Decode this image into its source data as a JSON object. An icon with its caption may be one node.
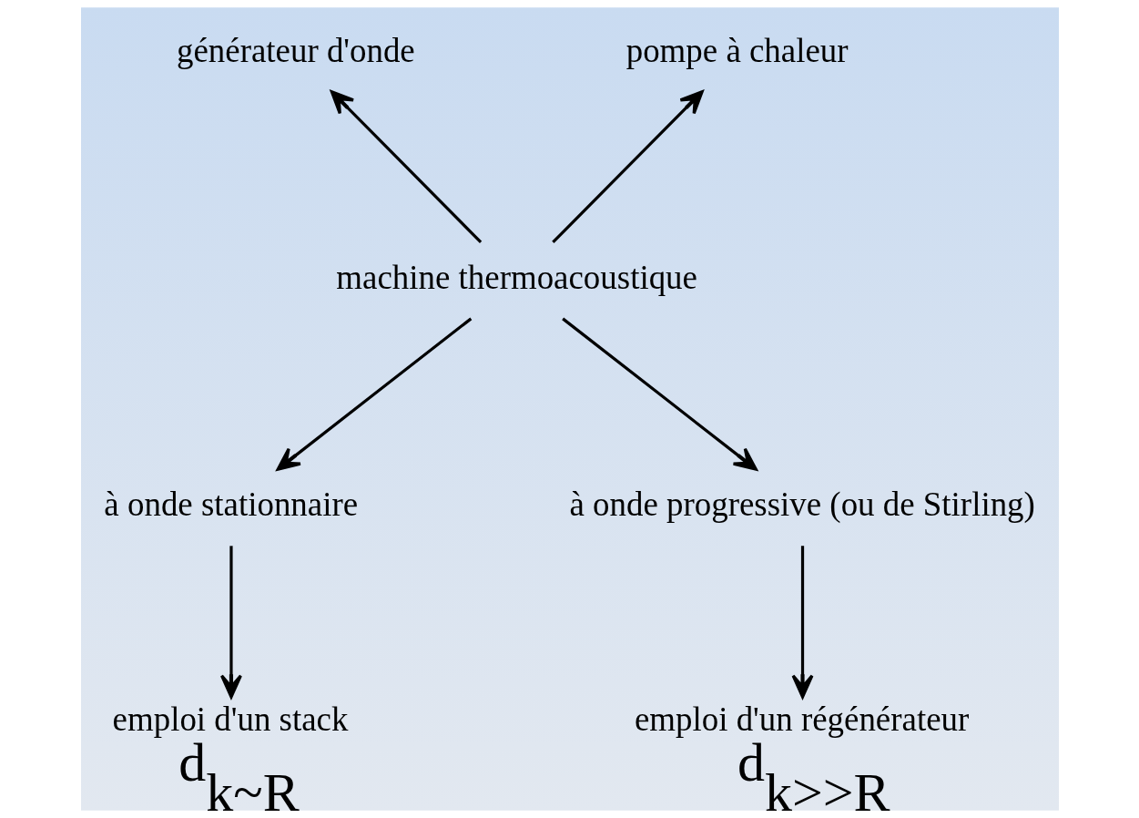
{
  "diagram": {
    "nodes": [
      {
        "text": [
          "machine thermoacoustique"
        ]
      },
      {
        "text": [
          "générateur d'onde"
        ]
      },
      {
        "text": [
          "pompe à chaleur"
        ]
      },
      {
        "text": [
          "à onde stationnaire"
        ]
      },
      {
        "text": [
          "à onde progressive (ou de Stirling)"
        ]
      },
      {
        "text": [
          "emploi d'un stack",
          "d$_{k~R}$"
        ]
      },
      {
        "text": [
          "emploi d'un régénérateur",
          "d$_{k>>R}$"
        ]
      }
    ],
    "edges": [
      {
        "from": 0,
        "to": 1,
        "arrow": "to"
      },
      {
        "from": 0,
        "to": 2,
        "arrow": "to"
      },
      {
        "from": 0,
        "to": 3,
        "arrow": "to"
      },
      {
        "from": 0,
        "to": 4,
        "arrow": "to"
      },
      {
        "from": 3,
        "to": 5,
        "arrow": "to"
      },
      {
        "from": 4,
        "to": 6,
        "arrow": "to"
      }
    ]
  }
}
